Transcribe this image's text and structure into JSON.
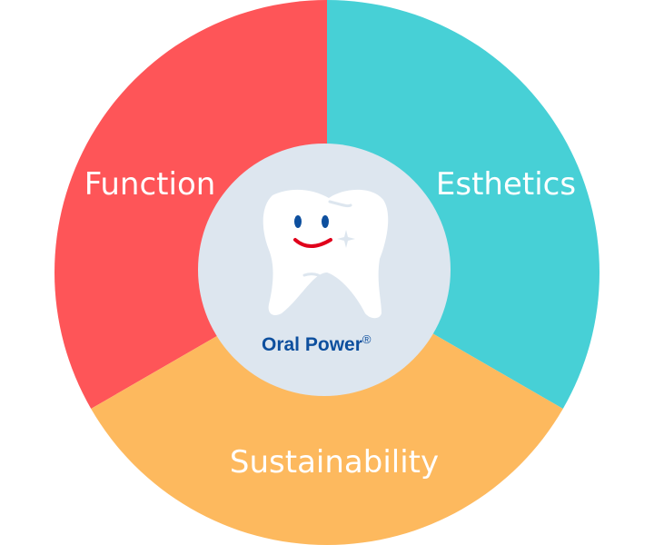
{
  "segments": [
    {
      "label": "Function",
      "color": "#fe5558"
    },
    {
      "label": "Esthetics",
      "color": "#47d0d6"
    },
    {
      "label": "Sustainability",
      "color": "#fdb95e"
    }
  ],
  "center": {
    "brand": "Oral Power",
    "registered": "®",
    "background": "#dde6ef",
    "icon": "smiling-tooth-icon"
  },
  "arrows": [
    "double-arrow-icon",
    "double-arrow-icon",
    "double-arrow-icon"
  ]
}
